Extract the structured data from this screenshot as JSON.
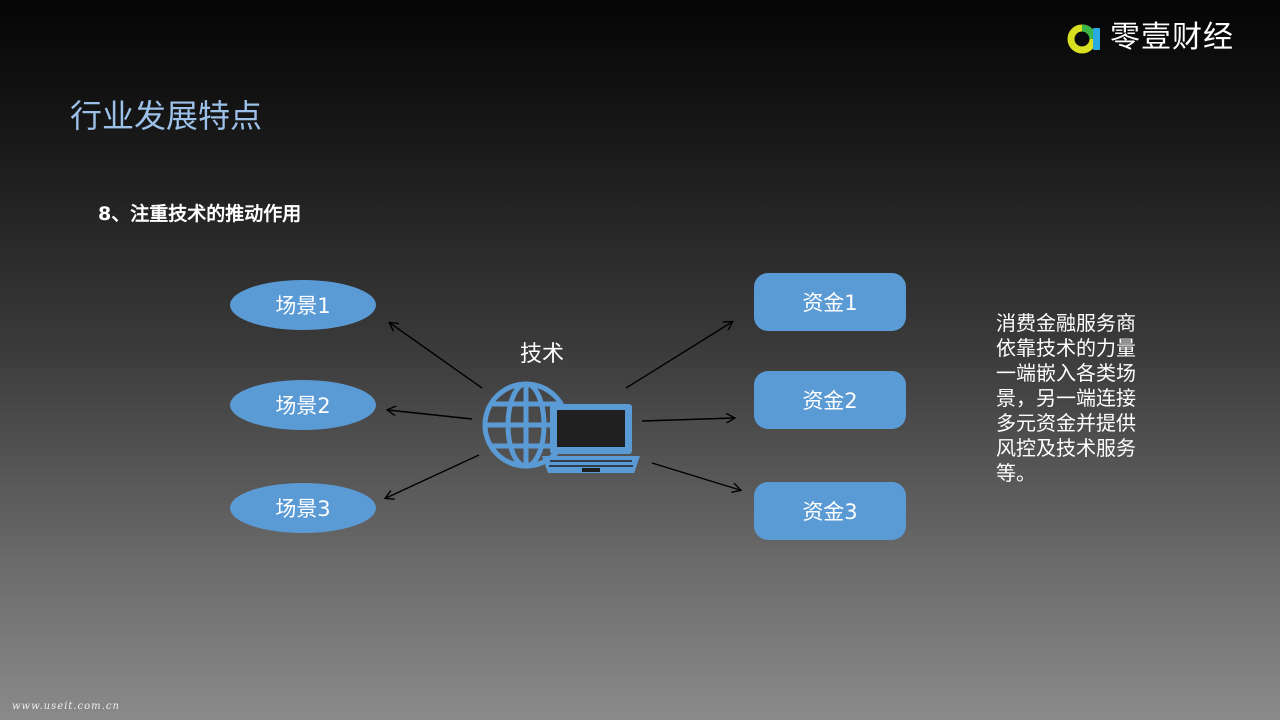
{
  "brand": {
    "name": "零壹财经",
    "logo_colors": {
      "yellow": "#d9e021",
      "green": "#39b54a",
      "blue": "#29abe2"
    }
  },
  "slide": {
    "title": "行业发展特点",
    "subtitle": "8、注重技术的推动作用"
  },
  "diagram": {
    "center_label": "技术",
    "center_icon": "globe-laptop-icon",
    "scenes": [
      "场景1",
      "场景2",
      "场景3"
    ],
    "funds": [
      "资金1",
      "资金2",
      "资金3"
    ],
    "node_color": "#5b9bd5"
  },
  "note": {
    "lines": [
      "消费金融服务商",
      "依靠技术的力量",
      "一端嵌入各类场",
      "景，另一端连接",
      "多元资金并提供",
      "风控及技术服务",
      "等。"
    ]
  },
  "watermark": "www.useit.com.cn"
}
